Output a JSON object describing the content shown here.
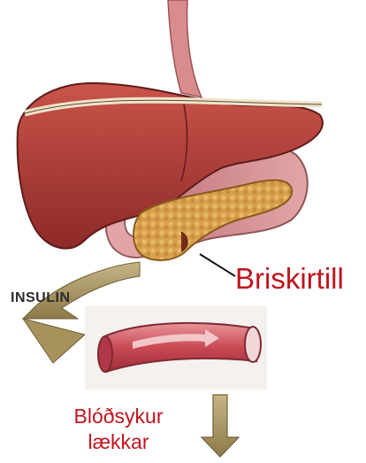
{
  "labels": {
    "pancreas": "Briskirtill",
    "insulin": "INSULIN",
    "blood_sugar_line1": "Blóðsykur",
    "blood_sugar_line2": "lækkar"
  },
  "colors": {
    "liver": "#b8413a",
    "pancreas": "#d9a24e",
    "label_red": "#c0141c",
    "arrow": "#a8925c",
    "vessel": "#d66a72"
  }
}
